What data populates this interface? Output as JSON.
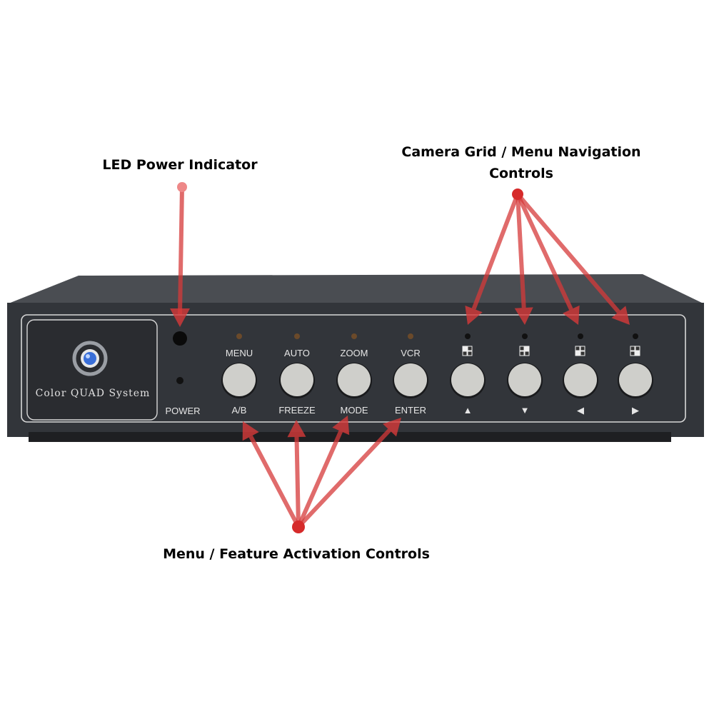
{
  "annotations": {
    "led_power": "LED Power Indicator",
    "camera_grid_line1": "Camera Grid / Menu Navigation",
    "camera_grid_line2": "Controls",
    "menu_feature": "Menu / Feature Activation Controls"
  },
  "device": {
    "logo_text": "Color QUAD System",
    "power_label": "POWER",
    "buttons": [
      {
        "top": "MENU",
        "bottom": "A/B"
      },
      {
        "top": "AUTO",
        "bottom": "FREEZE"
      },
      {
        "top": "ZOOM",
        "bottom": "MODE"
      },
      {
        "top": "VCR",
        "bottom": "ENTER"
      },
      {
        "top": "quad-grid-1",
        "bottom": "▲"
      },
      {
        "top": "quad-grid-2",
        "bottom": "▼"
      },
      {
        "top": "quad-grid-3",
        "bottom": "◀"
      },
      {
        "top": "quad-grid-4",
        "bottom": "▶"
      }
    ]
  },
  "colors": {
    "arrow": "#d63a3a",
    "chassis": "#34373c",
    "button": "#d0d0cc"
  }
}
